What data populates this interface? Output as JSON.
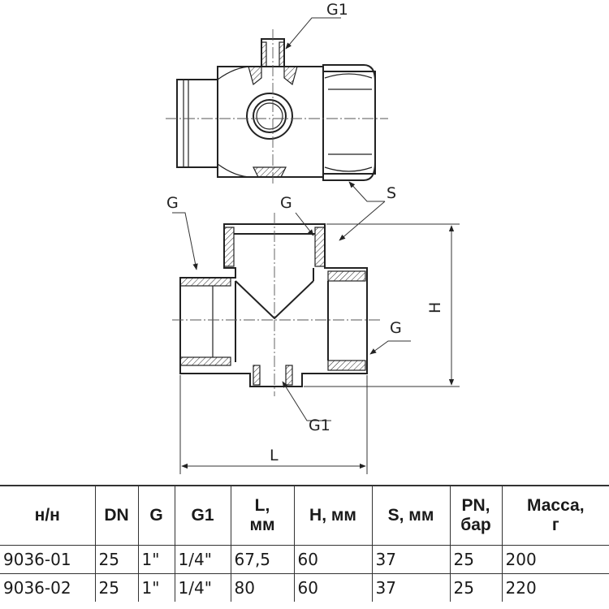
{
  "labels": {
    "g1_top": "G1",
    "g_left": "G",
    "g_mid": "G",
    "s": "S",
    "h": "H",
    "g_right": "G",
    "g1_bottom": "G1",
    "l": "L"
  },
  "table": {
    "headers": [
      {
        "line1": "н/н",
        "line2": ""
      },
      {
        "line1": "DN",
        "line2": ""
      },
      {
        "line1": "G",
        "line2": ""
      },
      {
        "line1": "G1",
        "line2": ""
      },
      {
        "line1": "L,",
        "line2": "мм"
      },
      {
        "line1": "H, мм",
        "line2": ""
      },
      {
        "line1": "S, мм",
        "line2": ""
      },
      {
        "line1": "PN,",
        "line2": "бар"
      },
      {
        "line1": "Масса,",
        "line2": "г"
      }
    ],
    "rows": [
      [
        "9036-01",
        "25",
        "1\"",
        "1/4\"",
        "67,5",
        "60",
        "37",
        "25",
        "200"
      ],
      [
        "9036-02",
        "25",
        "1\"",
        "1/4\"",
        "80",
        "60",
        "37",
        "25",
        "220"
      ]
    ]
  }
}
